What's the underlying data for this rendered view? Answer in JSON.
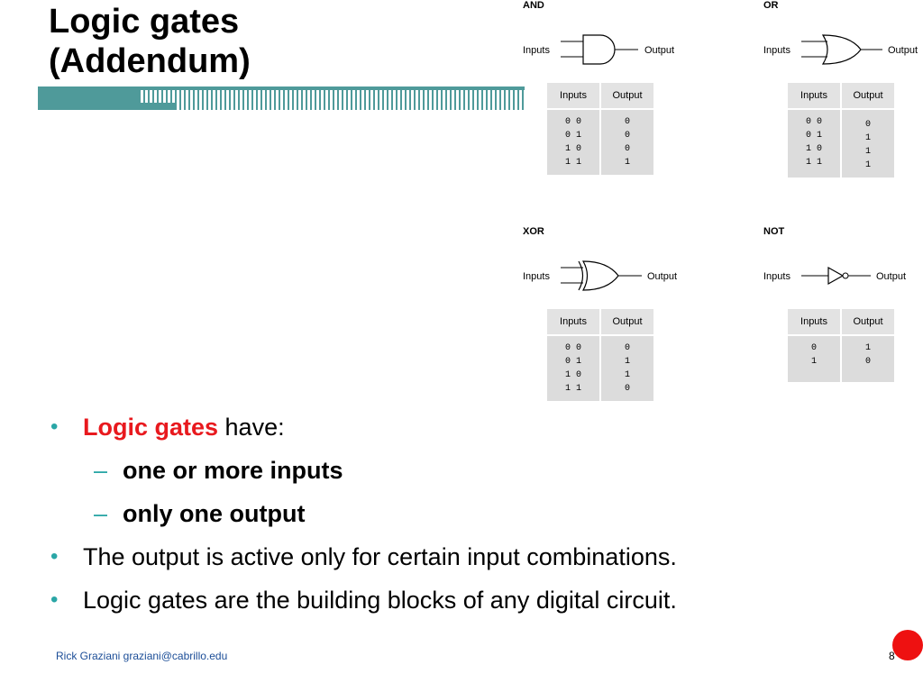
{
  "slide": {
    "title_line1": "Logic gates",
    "title_line2": "(Addendum)",
    "page_number": "8"
  },
  "colors": {
    "accent_teal": "#4f9a9a",
    "bullet_teal": "#2aa6a6",
    "highlight_red": "#e8191e",
    "footer_blue": "#1b4d97"
  },
  "gates": [
    {
      "name": "AND",
      "inputs_label": "Inputs",
      "output_label": "Output",
      "table": {
        "headers": [
          "Inputs",
          "Output"
        ],
        "inputs": [
          "0 0",
          "0 1",
          "1 0",
          "1 1"
        ],
        "outputs": [
          "0",
          "0",
          "0",
          "1"
        ]
      }
    },
    {
      "name": "OR",
      "inputs_label": "Inputs",
      "output_label": "Output",
      "table": {
        "headers": [
          "Inputs",
          "Output"
        ],
        "inputs": [
          "0 0",
          "0 1",
          "1 0",
          "1 1"
        ],
        "outputs": [
          "0",
          "1",
          "1",
          "1"
        ]
      }
    },
    {
      "name": "XOR",
      "inputs_label": "Inputs",
      "output_label": "Output",
      "table": {
        "headers": [
          "Inputs",
          "Output"
        ],
        "inputs": [
          "0 0",
          "0 1",
          "1 0",
          "1 1"
        ],
        "outputs": [
          "0",
          "1",
          "1",
          "0"
        ]
      }
    },
    {
      "name": "NOT",
      "inputs_label": "Inputs",
      "output_label": "Output",
      "table": {
        "headers": [
          "Inputs",
          "Output"
        ],
        "inputs": [
          "0",
          "1"
        ],
        "outputs": [
          "1",
          "0"
        ]
      }
    }
  ],
  "bullets": {
    "b1_highlight": "Logic gates",
    "b1_rest": " have:",
    "b1_sub1": "one or more inputs",
    "b1_sub2": "only one output",
    "b2": "The output is active only for certain input combinations.",
    "b3": "Logic gates are the building blocks of any digital circuit.",
    "bullet_glyph": "•",
    "dash_glyph": "–"
  },
  "footer": {
    "author": "Rick Graziani  graziani@cabrillo.edu"
  }
}
